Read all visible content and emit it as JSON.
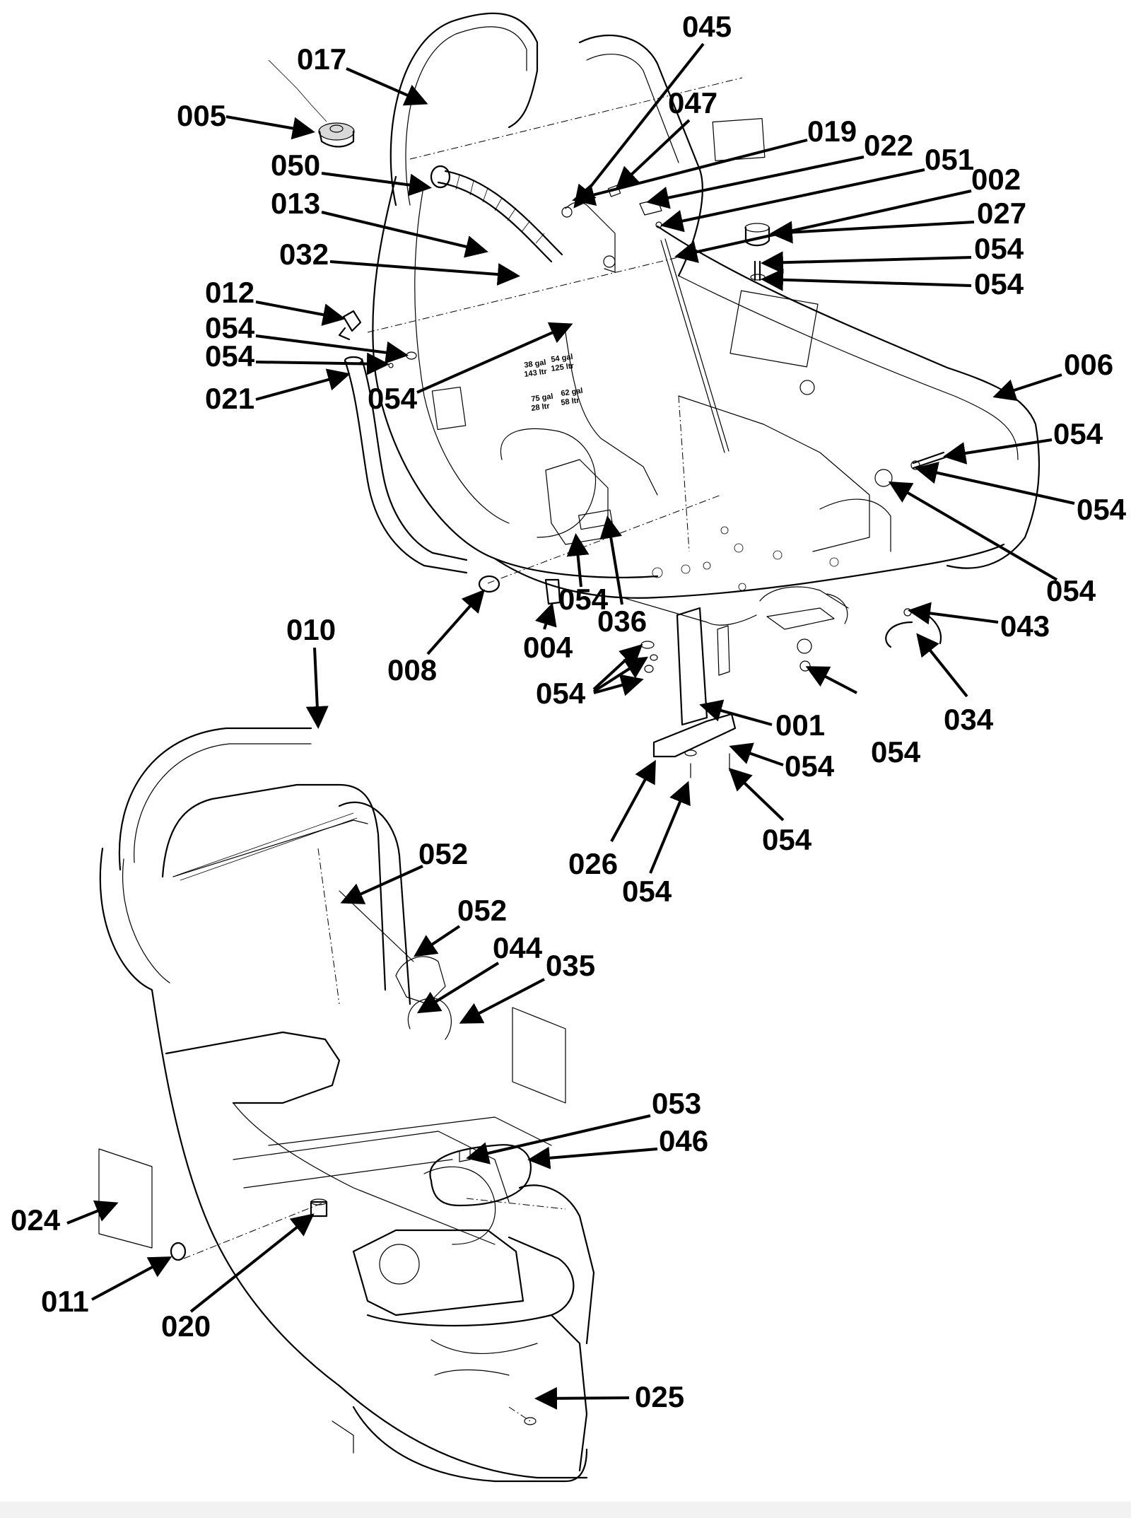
{
  "diagram": {
    "callouts": [
      {
        "id": "017",
        "text": "017"
      },
      {
        "id": "045",
        "text": "045"
      },
      {
        "id": "005",
        "text": "005"
      },
      {
        "id": "047",
        "text": "047"
      },
      {
        "id": "019",
        "text": "019"
      },
      {
        "id": "022",
        "text": "022"
      },
      {
        "id": "051",
        "text": "051"
      },
      {
        "id": "050",
        "text": "050"
      },
      {
        "id": "002",
        "text": "002"
      },
      {
        "id": "013",
        "text": "013"
      },
      {
        "id": "027",
        "text": "027"
      },
      {
        "id": "054a",
        "text": "054"
      },
      {
        "id": "032",
        "text": "032"
      },
      {
        "id": "054b",
        "text": "054"
      },
      {
        "id": "012",
        "text": "012"
      },
      {
        "id": "054c",
        "text": "054"
      },
      {
        "id": "054d",
        "text": "054"
      },
      {
        "id": "006",
        "text": "006"
      },
      {
        "id": "021",
        "text": "021"
      },
      {
        "id": "054e",
        "text": "054"
      },
      {
        "id": "054f",
        "text": "054"
      },
      {
        "id": "054g",
        "text": "054"
      },
      {
        "id": "054h",
        "text": "054"
      },
      {
        "id": "054i",
        "text": "054"
      },
      {
        "id": "036",
        "text": "036"
      },
      {
        "id": "043",
        "text": "043"
      },
      {
        "id": "010",
        "text": "010"
      },
      {
        "id": "004",
        "text": "004"
      },
      {
        "id": "008",
        "text": "008"
      },
      {
        "id": "054j",
        "text": "054"
      },
      {
        "id": "034",
        "text": "034"
      },
      {
        "id": "001",
        "text": "001"
      },
      {
        "id": "054k",
        "text": "054"
      },
      {
        "id": "054l",
        "text": "054"
      },
      {
        "id": "054m",
        "text": "054"
      },
      {
        "id": "052a",
        "text": "052"
      },
      {
        "id": "026",
        "text": "026"
      },
      {
        "id": "054n",
        "text": "054"
      },
      {
        "id": "052b",
        "text": "052"
      },
      {
        "id": "044",
        "text": "044"
      },
      {
        "id": "035",
        "text": "035"
      },
      {
        "id": "053",
        "text": "053"
      },
      {
        "id": "046",
        "text": "046"
      },
      {
        "id": "024",
        "text": "024"
      },
      {
        "id": "011",
        "text": "011"
      },
      {
        "id": "020",
        "text": "020"
      },
      {
        "id": "025",
        "text": "025"
      }
    ],
    "decal_text": [
      "38 gal",
      "143 ltr",
      "54 gal",
      "125 ltr",
      "75 gal",
      "28 ltr",
      "62 gal",
      "58 ltr"
    ]
  }
}
